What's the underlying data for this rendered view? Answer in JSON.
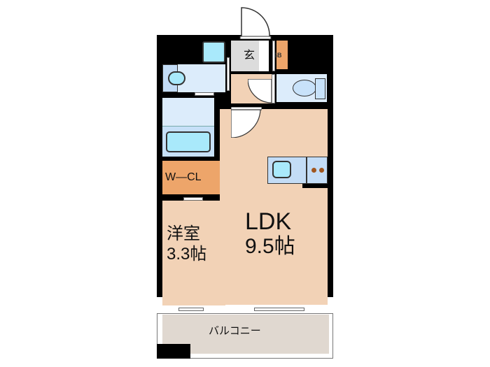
{
  "floorplan": {
    "rooms": {
      "genkan": {
        "label": "玄"
      },
      "shoe_box": {
        "label": "SB"
      },
      "walk_in_closet": {
        "label": "W—CL"
      },
      "western_room": {
        "label_line1": "洋室",
        "label_line2": "3.3帖"
      },
      "ldk": {
        "label_line1": "LDK",
        "label_line2": "9.5帖"
      },
      "balcony": {
        "label": "バルコニー"
      }
    },
    "colors": {
      "wall": "#000000",
      "living_floor": "#f2d2b6",
      "wet_area": "#dcecfb",
      "fixture": "#a9e9fb",
      "closet": "#eda56a",
      "entrance": "#dcdcdc",
      "balcony": "#e0d8d0"
    }
  }
}
